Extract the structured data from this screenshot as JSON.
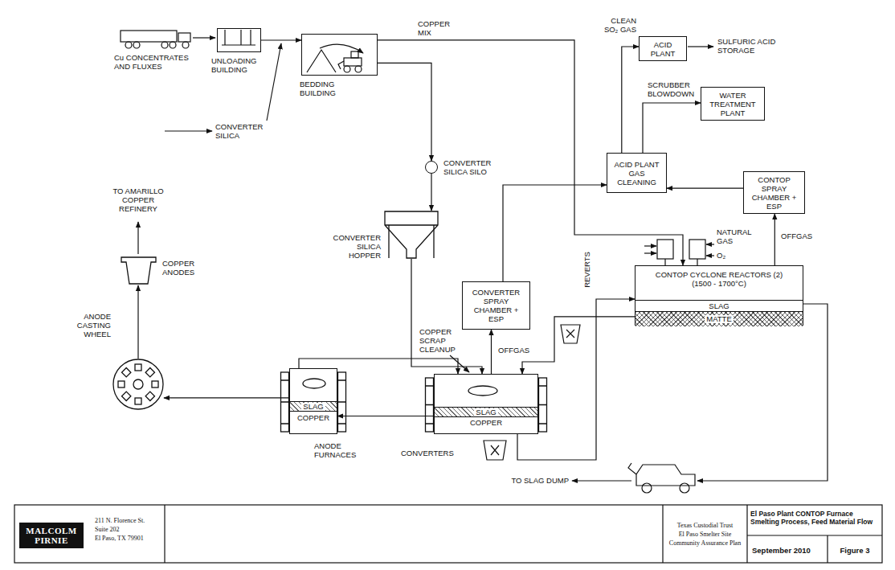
{
  "diagram": {
    "title": "El Paso Plant CONTOP Furnace Smelting Process, Feed Material Flow",
    "nodes": [
      {
        "text": [
          "UNLOADING BUILDING"
        ]
      },
      {
        "text": [
          "BEDDING BUILDING"
        ]
      },
      {
        "text": [
          "CONVERTER SILICA SILO"
        ]
      },
      {
        "text": [
          "CONVERTER SILICA HOPPER"
        ]
      },
      {
        "text": [
          "CONVERTER SPRAY CHAMBER + ESP"
        ]
      },
      {
        "text": [
          "ACID PLANT"
        ]
      },
      {
        "text": [
          "WATER TREATMENT PLANT"
        ]
      },
      {
        "text": [
          "ACID PLANT GAS CLEANING"
        ]
      },
      {
        "text": [
          "CONTOP SPRAY CHAMBER + ESP"
        ]
      },
      {
        "text": [
          "CONTOP CYCLONE REACTORS (2)",
          "(1500 - 1700°C)"
        ]
      },
      {
        "text": [
          "SLAG"
        ],
        "in": 9
      },
      {
        "text": [
          "MATTE"
        ],
        "in": 9
      },
      {
        "text": [
          "CONVERTERS"
        ]
      },
      {
        "text": [
          "SLAG"
        ],
        "in": 12
      },
      {
        "text": [
          "COPPER"
        ],
        "in": 12
      },
      {
        "text": [
          "ANODE FURNACES"
        ]
      },
      {
        "text": [
          "SLAG"
        ],
        "in": 15
      },
      {
        "text": [
          "COPPER"
        ],
        "in": 15
      },
      {
        "text": [
          "ANODE CASTING WHEEL"
        ]
      },
      {
        "text": [
          "COPPER ANODES"
        ]
      }
    ],
    "edges": [
      {
        "from": 0,
        "to": 1,
        "arrow": "to"
      },
      {
        "from": 1,
        "to": 9,
        "arrow": "to"
      },
      {
        "from": 1,
        "to": 2,
        "arrow": "to"
      },
      {
        "from": 2,
        "to": 3,
        "arrow": "to"
      },
      {
        "from": 3,
        "to": 12,
        "arrow": "to"
      },
      {
        "from": 12,
        "to": 4,
        "arrow": "to"
      },
      {
        "from": 4,
        "to": 7,
        "arrow": "to"
      },
      {
        "from": 9,
        "to": 8,
        "arrow": "to"
      },
      {
        "from": 8,
        "to": 7,
        "arrow": "to"
      },
      {
        "from": 7,
        "to": 5,
        "arrow": "to"
      },
      {
        "from": 7,
        "to": 6,
        "arrow": "to"
      },
      {
        "from": 9,
        "to": 12,
        "arrow": "to"
      },
      {
        "from": 12,
        "to": 15,
        "arrow": "to"
      },
      {
        "from": 15,
        "to": 12,
        "arrow": "to"
      },
      {
        "from": 15,
        "to": 18,
        "arrow": "to"
      },
      {
        "from": 18,
        "to": 19,
        "arrow": "to"
      },
      {
        "from": 12,
        "to": 9,
        "arrow": "to"
      }
    ],
    "labels": [
      "Cu CONCENTRATES AND FLUXES",
      "CONVERTER SILICA",
      "COPPER MIX",
      "CLEAN SO₂ GAS",
      "SULFURIC ACID STORAGE",
      "SCRUBBER BLOWDOWN",
      "NATURAL GAS",
      "O₂",
      "OFFGAS",
      "REVERTS",
      "COPPER SCRAP CLEANUP",
      "OFFGAS",
      "TO AMARILLO COPPER REFINERY",
      "TO SLAG DUMP",
      "MALCOLM PIRNIE",
      "211 N. Florence St.",
      "Suite 202",
      "El Paso, TX 79901",
      "Texas Custodial Trust",
      "El Paso Smelter Site",
      "Community Assurance Plan",
      "September 2010",
      "Figure 3"
    ]
  }
}
